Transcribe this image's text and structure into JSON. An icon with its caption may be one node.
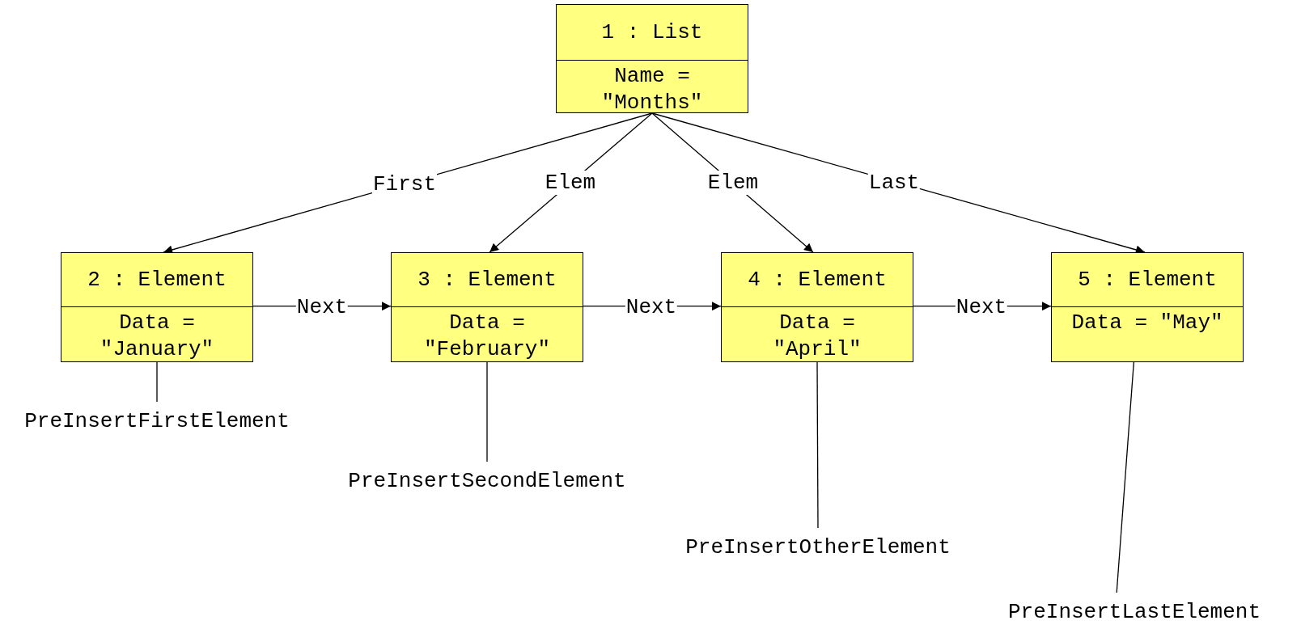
{
  "diagram": {
    "nodes": [
      {
        "text": [
          "1 : List",
          "Name = \"Months\""
        ]
      },
      {
        "text": [
          "2 : Element",
          "Data = \"January\""
        ]
      },
      {
        "text": [
          "3 : Element",
          "Data = \"February\""
        ]
      },
      {
        "text": [
          "4 : Element",
          "Data = \"April\""
        ]
      },
      {
        "text": [
          "5 : Element",
          "Data = \"May\""
        ]
      },
      {
        "text": [
          "PreInsertFirstElement"
        ]
      },
      {
        "text": [
          "PreInsertSecondElement"
        ]
      },
      {
        "text": [
          "PreInsertOtherElement"
        ]
      },
      {
        "text": [
          "PreInsertLastElement"
        ]
      }
    ],
    "edges": [
      {
        "from": 0,
        "to": 1,
        "arrow": "to",
        "label": "First"
      },
      {
        "from": 0,
        "to": 2,
        "arrow": "to",
        "label": "Elem"
      },
      {
        "from": 0,
        "to": 3,
        "arrow": "to",
        "label": "Elem"
      },
      {
        "from": 0,
        "to": 4,
        "arrow": "to",
        "label": "Last"
      },
      {
        "from": 1,
        "to": 2,
        "arrow": "to",
        "label": "Next"
      },
      {
        "from": 2,
        "to": 3,
        "arrow": "to",
        "label": "Next"
      },
      {
        "from": 3,
        "to": 4,
        "arrow": "to",
        "label": "Next"
      },
      {
        "from": 5,
        "to": 1,
        "arrow": "none"
      },
      {
        "from": 6,
        "to": 2,
        "arrow": "none"
      },
      {
        "from": 7,
        "to": 3,
        "arrow": "none"
      },
      {
        "from": 8,
        "to": 4,
        "arrow": "none"
      }
    ]
  }
}
